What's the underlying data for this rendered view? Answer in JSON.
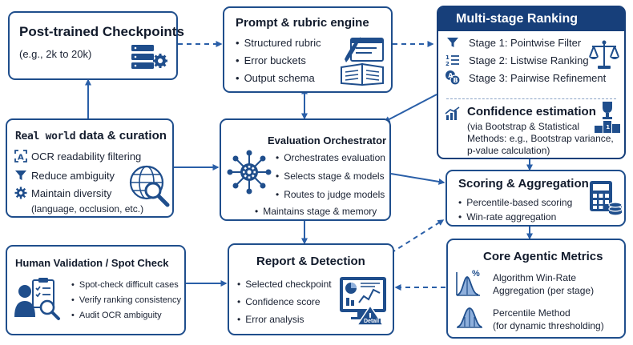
{
  "checkpoints": {
    "title": "Post-trained Checkpoints",
    "subtitle": "(e.g., 2k to 20k)"
  },
  "prompt": {
    "title": "Prompt & rubric engine",
    "items": [
      "Structured rubric",
      "Error buckets",
      "Output schema"
    ]
  },
  "ranking": {
    "title": "Multi-stage Ranking",
    "stages": [
      "Stage 1: Pointwise Filter",
      "Stage 2: Listwise Ranking",
      "Stage 3: Pairwise Refinement"
    ],
    "confidence_title": "Confidence estimation",
    "confidence_lines": [
      "(via Bootstrap & Statistical",
      "Methods: e.g., Bootstrap variance,",
      "p-value calculation)"
    ]
  },
  "curation": {
    "title_prefix": "Real world",
    "title_suffix": "data & curation",
    "items": [
      "OCR readability filtering",
      "Reduce ambiguity",
      "Maintain diversity"
    ],
    "note": "(language, occlusion, etc.)"
  },
  "orchestrator": {
    "title": "Evaluation Orchestrator",
    "items": [
      "Orchestrates evaluation",
      "Selects stage & models",
      "Routes to judge models",
      "Maintains stage & memory"
    ]
  },
  "scoring": {
    "title": "Scoring & Aggregation",
    "items": [
      "Percentile-based scoring",
      "Win-rate aggregation"
    ]
  },
  "human": {
    "title": "Human Validation / Spot Check",
    "items": [
      "Spot-check difficult cases",
      "Verify ranking consistency",
      "Audit OCR ambiguity"
    ]
  },
  "report": {
    "title": "Report & Detection",
    "items": [
      "Selected checkpoint",
      "Confidence score",
      "Error analysis"
    ],
    "icon_label": "Detail"
  },
  "metrics": {
    "title": "Core Agentic Metrics",
    "m1_lines": [
      "Algorithm Win-Rate",
      "Aggregation (per stage)"
    ],
    "m2_lines": [
      "Percentile Method",
      "(for dynamic thresholding)"
    ],
    "m1_icon_label": "%"
  },
  "colors": {
    "border": "#1f4e8c",
    "header": "#173f7a",
    "arrow": "#2a5fa8",
    "icon": "#1f4e8c"
  }
}
